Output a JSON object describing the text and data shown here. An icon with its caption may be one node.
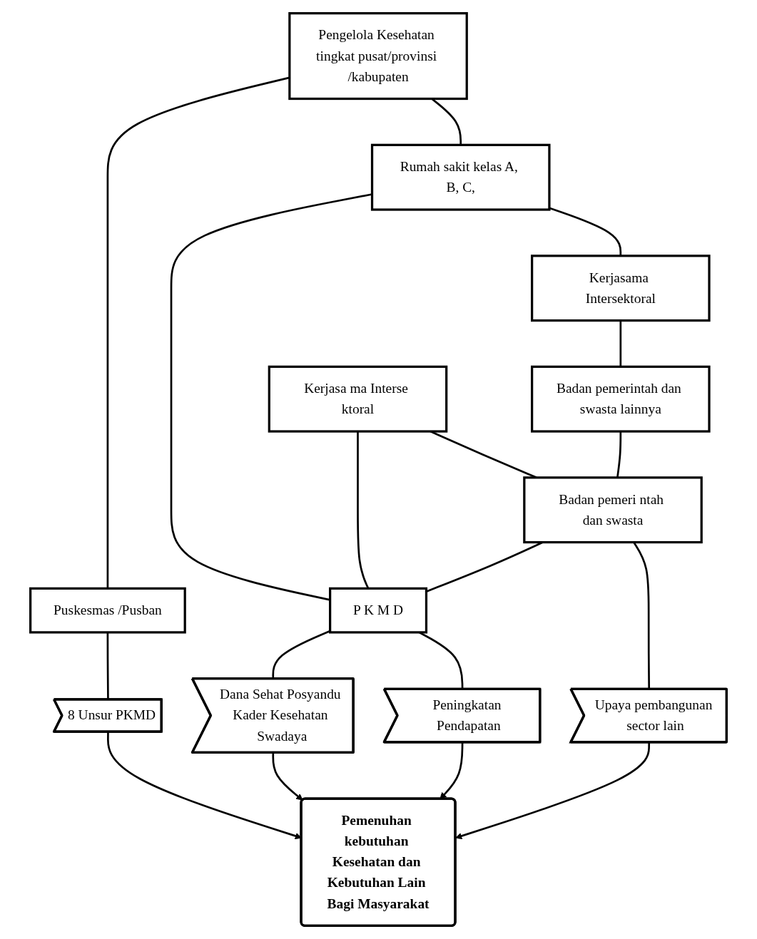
{
  "diagram": {
    "nodes": [
      {
        "text": [
          "Pengelola Kesehatan tingkat pusat/provinsi /kabupaten"
        ]
      },
      {
        "text": [
          "8 Unsur PKMD"
        ]
      },
      {
        "text": [
          "Pemenuhan kebutuhan Kesehatan dan Kebutuhan Lain Bagi Masyarakat"
        ]
      },
      {
        "text": [
          "Puskesmas /Pusban"
        ]
      },
      {
        "text": [
          "P K M D"
        ]
      },
      {
        "text": [
          "Dana Sehat Posyandu Kader Kesehatan Swadaya"
        ]
      },
      {
        "text": [
          "Rumah sakit kelas A, B, C,"
        ]
      },
      {
        "text": [
          "Kerjasa ma Interse ktoral"
        ]
      },
      {
        "text": [
          "Kerjasama Intersektoral"
        ]
      },
      {
        "text": [
          "Peningkatan Pendapatan"
        ]
      },
      {
        "text": [
          "Badan pemerintah dan swasta lainnya"
        ]
      },
      {
        "text": [
          "Badan pemeri ntah dan swasta"
        ]
      },
      {
        "text": [
          "Upaya pembangunan sector lain"
        ]
      }
    ],
    "edges": [
      {
        "from": 0,
        "to": 3,
        "arrow": "none"
      },
      {
        "from": 3,
        "to": 1,
        "arrow": "none"
      },
      {
        "from": 1,
        "to": 2,
        "arrow": "to"
      },
      {
        "from": 0,
        "to": 6,
        "arrow": "none"
      },
      {
        "from": 6,
        "to": 4,
        "arrow": "none"
      },
      {
        "from": 7,
        "to": 4,
        "arrow": "none"
      },
      {
        "from": 4,
        "to": 5,
        "arrow": "none"
      },
      {
        "from": 5,
        "to": 2,
        "arrow": "to"
      },
      {
        "from": 4,
        "to": 9,
        "arrow": "none"
      },
      {
        "from": 9,
        "to": 2,
        "arrow": "to"
      },
      {
        "from": 6,
        "to": 8,
        "arrow": "none"
      },
      {
        "from": 8,
        "to": 10,
        "arrow": "none"
      },
      {
        "from": 7,
        "to": 11,
        "arrow": "none"
      },
      {
        "from": 11,
        "to": 4,
        "arrow": "none"
      },
      {
        "from": 10,
        "to": 11,
        "arrow": "none"
      },
      {
        "from": 11,
        "to": 12,
        "arrow": "none"
      },
      {
        "from": 12,
        "to": 2,
        "arrow": "to"
      }
    ]
  }
}
